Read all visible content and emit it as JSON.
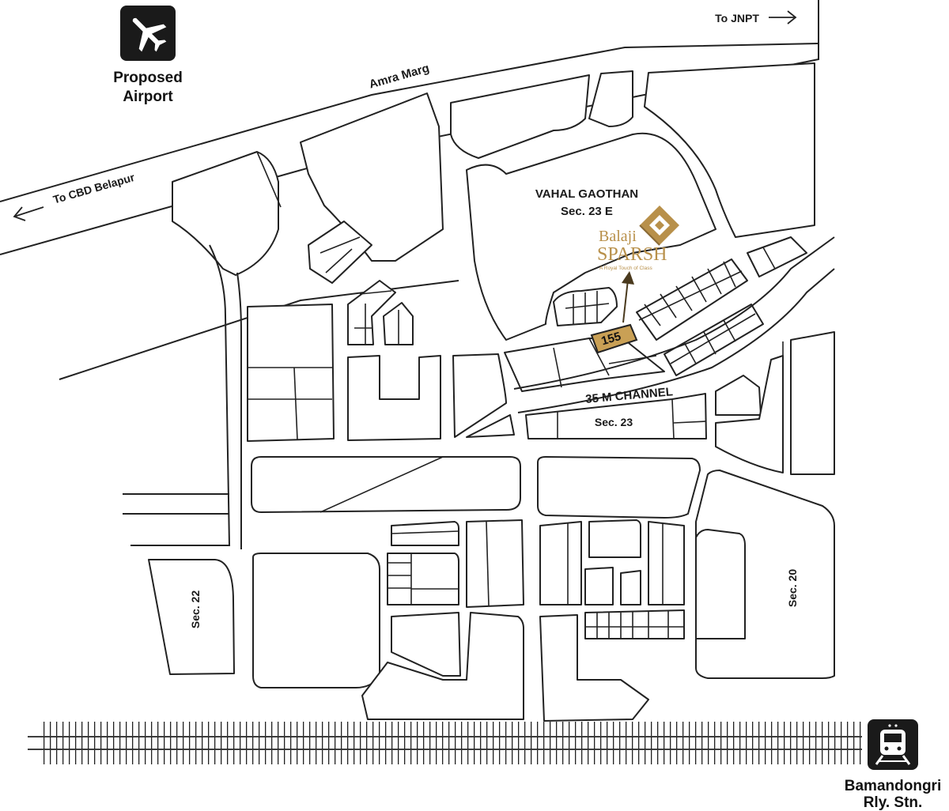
{
  "poi": {
    "airport": {
      "line1": "Proposed",
      "line2": "Airport",
      "icon": "airplane-icon"
    },
    "station": {
      "line1": "Bamandongri",
      "line2": "Rly. Stn.",
      "icon": "train-icon"
    }
  },
  "roads": {
    "amra_marg": "Amra Marg",
    "to_cbd": "To CBD Belapur",
    "to_jnpt": "To JNPT",
    "channel": "35 M CHANNEL"
  },
  "areas": {
    "vahal_line1": "VAHAL GAOTHAN",
    "vahal_line2": "Sec. 23 E",
    "sec23": "Sec. 23",
    "sec22": "Sec. 22",
    "sec20": "Sec. 20"
  },
  "plot": {
    "number": "155",
    "color": "#c9a055"
  },
  "brand": {
    "line1": "Balaji",
    "line2": "SPARSH",
    "tagline": "A Royal Touch of Class",
    "color": "#b8904a"
  },
  "colors": {
    "line": "#222222",
    "icon_bg": "#1a1a1a"
  }
}
